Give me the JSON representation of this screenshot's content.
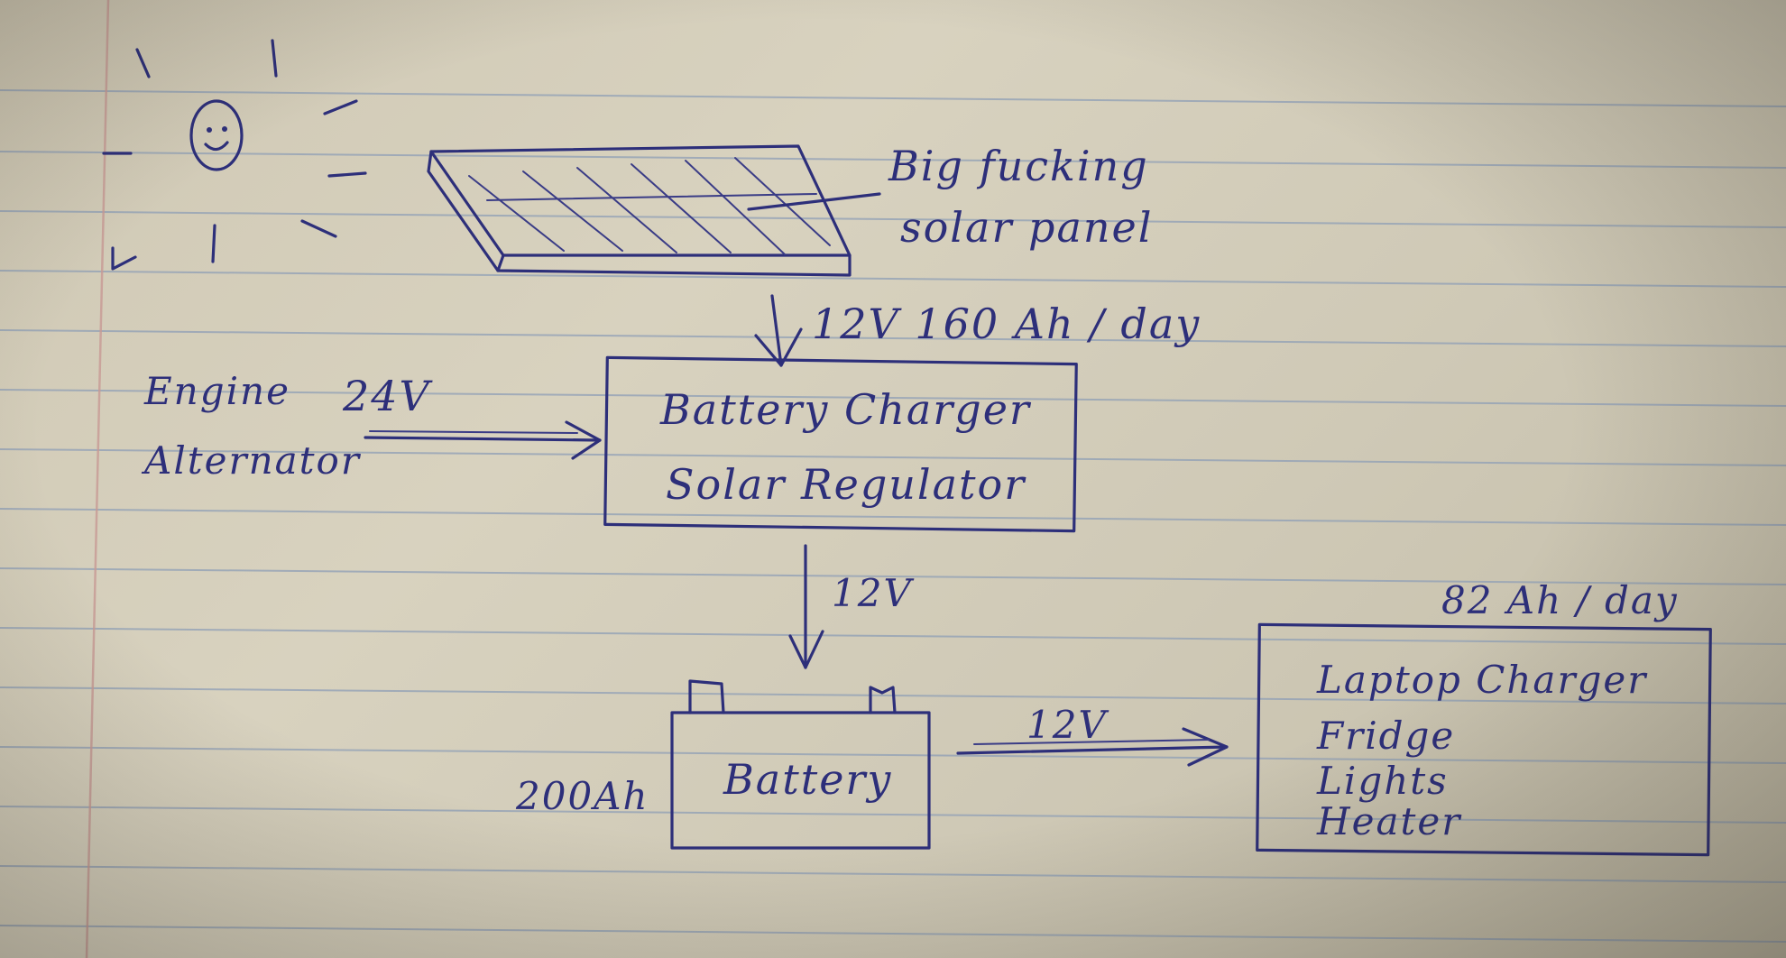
{
  "panel": {
    "label_line1": "Big fucking",
    "label_line2": "solar panel",
    "output": "12V  160 Ah / day"
  },
  "alternator": {
    "label_line1": "Engine",
    "label_line2": "Alternator",
    "voltage": "24V"
  },
  "charger": {
    "label_line1": "Battery Charger",
    "label_line2": "Solar Regulator"
  },
  "charger_to_battery": {
    "voltage": "12V"
  },
  "battery": {
    "label": "Battery",
    "capacity": "200Ah"
  },
  "battery_to_loads": {
    "voltage": "12V"
  },
  "loads": {
    "consumption": "82 Ah / day",
    "items": [
      "Laptop Charger",
      "Fridge",
      "Lights",
      "Heater"
    ]
  },
  "colors": {
    "ink": "#2d2f7a",
    "paper": "#d4cebb",
    "ruled_line": "#8f9fb6",
    "margin_line": "#c89a95"
  },
  "icons": [
    "sun-icon",
    "solar-panel-icon",
    "battery-icon"
  ]
}
